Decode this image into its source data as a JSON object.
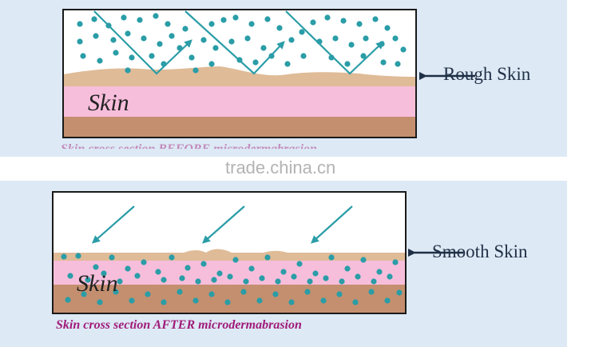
{
  "top_panel": {
    "side_label": "Rough Skin",
    "layer_label": "Skin",
    "caption": "Skin cross section BEFORE microdermabrasion"
  },
  "bottom_panel": {
    "side_label": "Smooth Skin",
    "layer_label": "Skin",
    "caption": "Skin cross section AFTER microdermabrasion"
  },
  "watermark": "trade.china.cn",
  "colors": {
    "background_band": "#dde9f5",
    "rough_surface": "#dfbb97",
    "skin_pink": "#f7bedb",
    "skin_brown": "#c48f6f",
    "dot": "#2a9da7",
    "arrow": "#2a9da7",
    "caption": "#a01a78"
  }
}
